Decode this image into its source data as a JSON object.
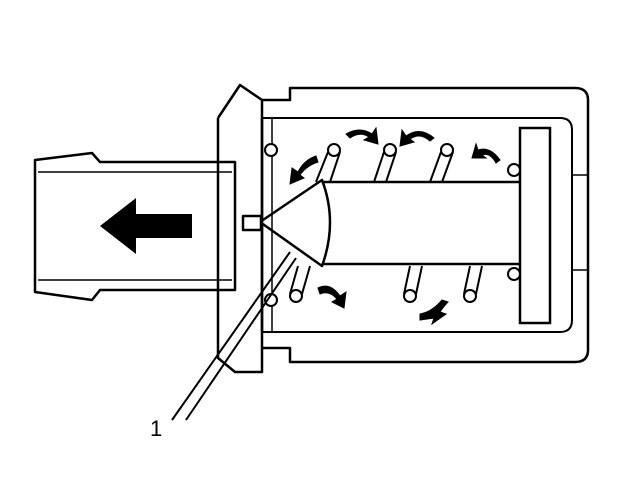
{
  "diagram": {
    "callouts": [
      {
        "label": "1",
        "target": "valve-cone"
      }
    ],
    "flow_arrow_direction": "left"
  },
  "colors": {
    "line": "#000000",
    "fill": "#ffffff"
  }
}
